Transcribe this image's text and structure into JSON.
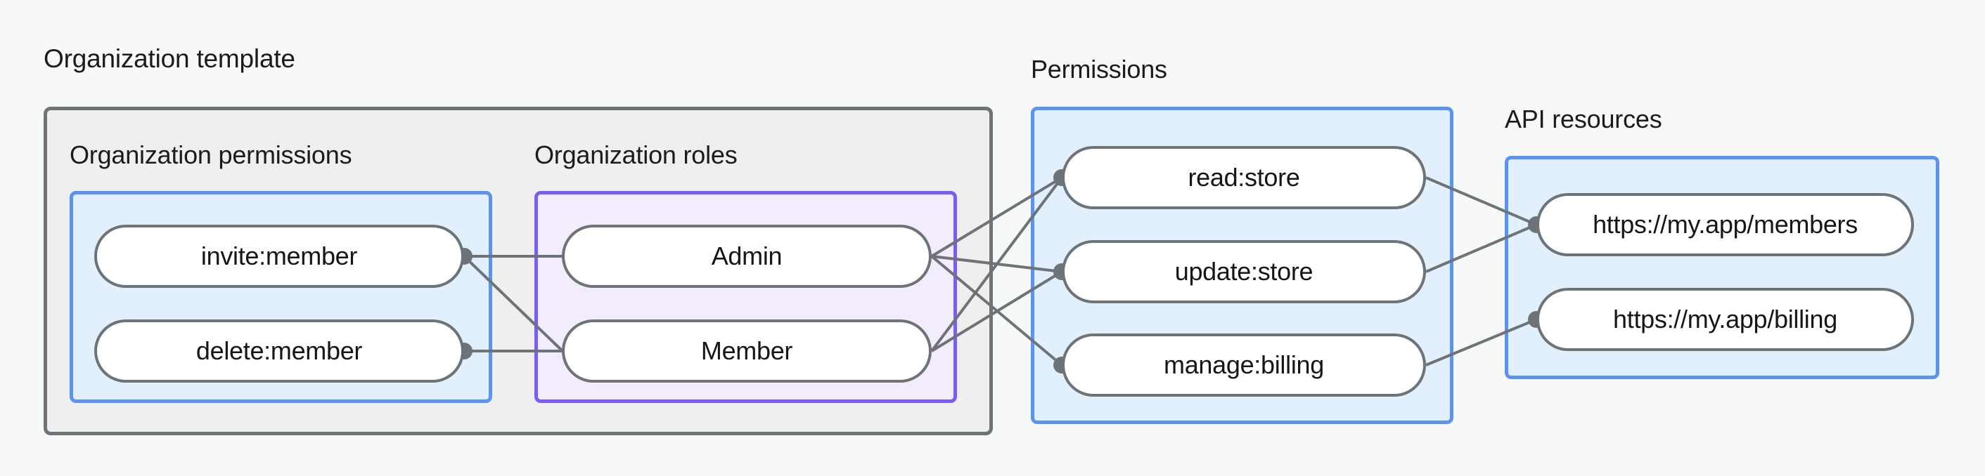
{
  "diagram": {
    "title": "Organization template",
    "background_color": "#f7f8f8",
    "sections": {
      "org_template": {
        "label": "Organization template",
        "box_border_color": "#6e7377",
        "box_fill_color": "#eeefee",
        "org_permissions": {
          "label": "Organization permissions",
          "border_color": "#5b93f0",
          "fill_color": "#e2effc",
          "nodes": [
            {
              "label": "invite:member"
            },
            {
              "label": "delete:member"
            }
          ]
        },
        "org_roles": {
          "label": "Organization roles",
          "border_color": "#7b5cf5",
          "fill_color": "#f3ecfd",
          "nodes": [
            {
              "label": "Admin"
            },
            {
              "label": "Member"
            }
          ]
        }
      },
      "permissions": {
        "label": "Permissions",
        "border_color": "#5b93f0",
        "fill_color": "#e2effc",
        "nodes": [
          {
            "label": "read:store"
          },
          {
            "label": "update:store"
          },
          {
            "label": "manage:billing"
          }
        ]
      },
      "api_resources": {
        "label": "API resources",
        "border_color": "#5b93f0",
        "fill_color": "#e2effc",
        "nodes": [
          {
            "label": "https://my.app/members"
          },
          {
            "label": "https://my.app/billing"
          }
        ]
      }
    },
    "edges": [
      {
        "from": "invite:member",
        "to": "Admin"
      },
      {
        "from": "invite:member",
        "to": "Member"
      },
      {
        "from": "delete:member",
        "to": "Member"
      },
      {
        "from": "Admin",
        "to": "read:store"
      },
      {
        "from": "Admin",
        "to": "update:store"
      },
      {
        "from": "Admin",
        "to": "manage:billing"
      },
      {
        "from": "Member",
        "to": "read:store"
      },
      {
        "from": "Member",
        "to": "update:store"
      },
      {
        "from": "read:store",
        "to": "https://my.app/members"
      },
      {
        "from": "update:store",
        "to": "https://my.app/members"
      },
      {
        "from": "manage:billing",
        "to": "https://my.app/billing"
      }
    ],
    "edge_color": "#6e7377"
  }
}
